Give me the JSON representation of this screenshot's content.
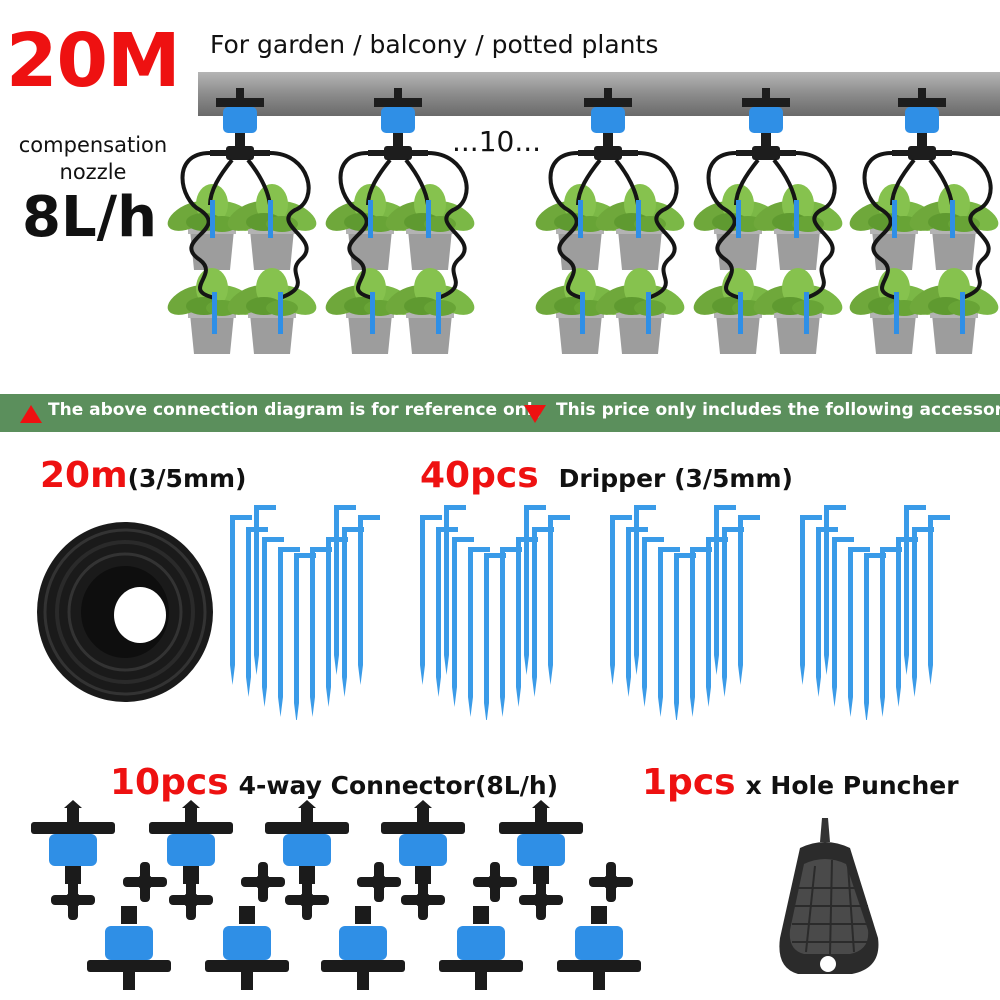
{
  "hero": {
    "length_badge": "20M",
    "subtitle": "For garden / balcony / potted plants",
    "nozzle_line1": "compensation",
    "nozzle_line2": "nozzle",
    "flow_rate": "8L/h",
    "repeat_marker": "...10..."
  },
  "banner": {
    "left_note": "The above connection diagram is for reference only",
    "right_note": "This price only includes the following accessories"
  },
  "accessories": {
    "tube": {
      "qty": "20m",
      "spec": "(3/5mm)"
    },
    "dripper": {
      "qty": "40pcs",
      "name": "Dripper (3/5mm)"
    },
    "connector": {
      "qty": "10pcs",
      "name": "4-way Connector(8L/h)"
    },
    "puncher": {
      "qty": "1pcs",
      "name": "x Hole Puncher"
    }
  },
  "colors": {
    "accent_red": "#ee1111",
    "banner_green": "#5b8f5c",
    "fitting_blue": "#2f8fe6",
    "pipe_gray": "#8f8f8f"
  }
}
